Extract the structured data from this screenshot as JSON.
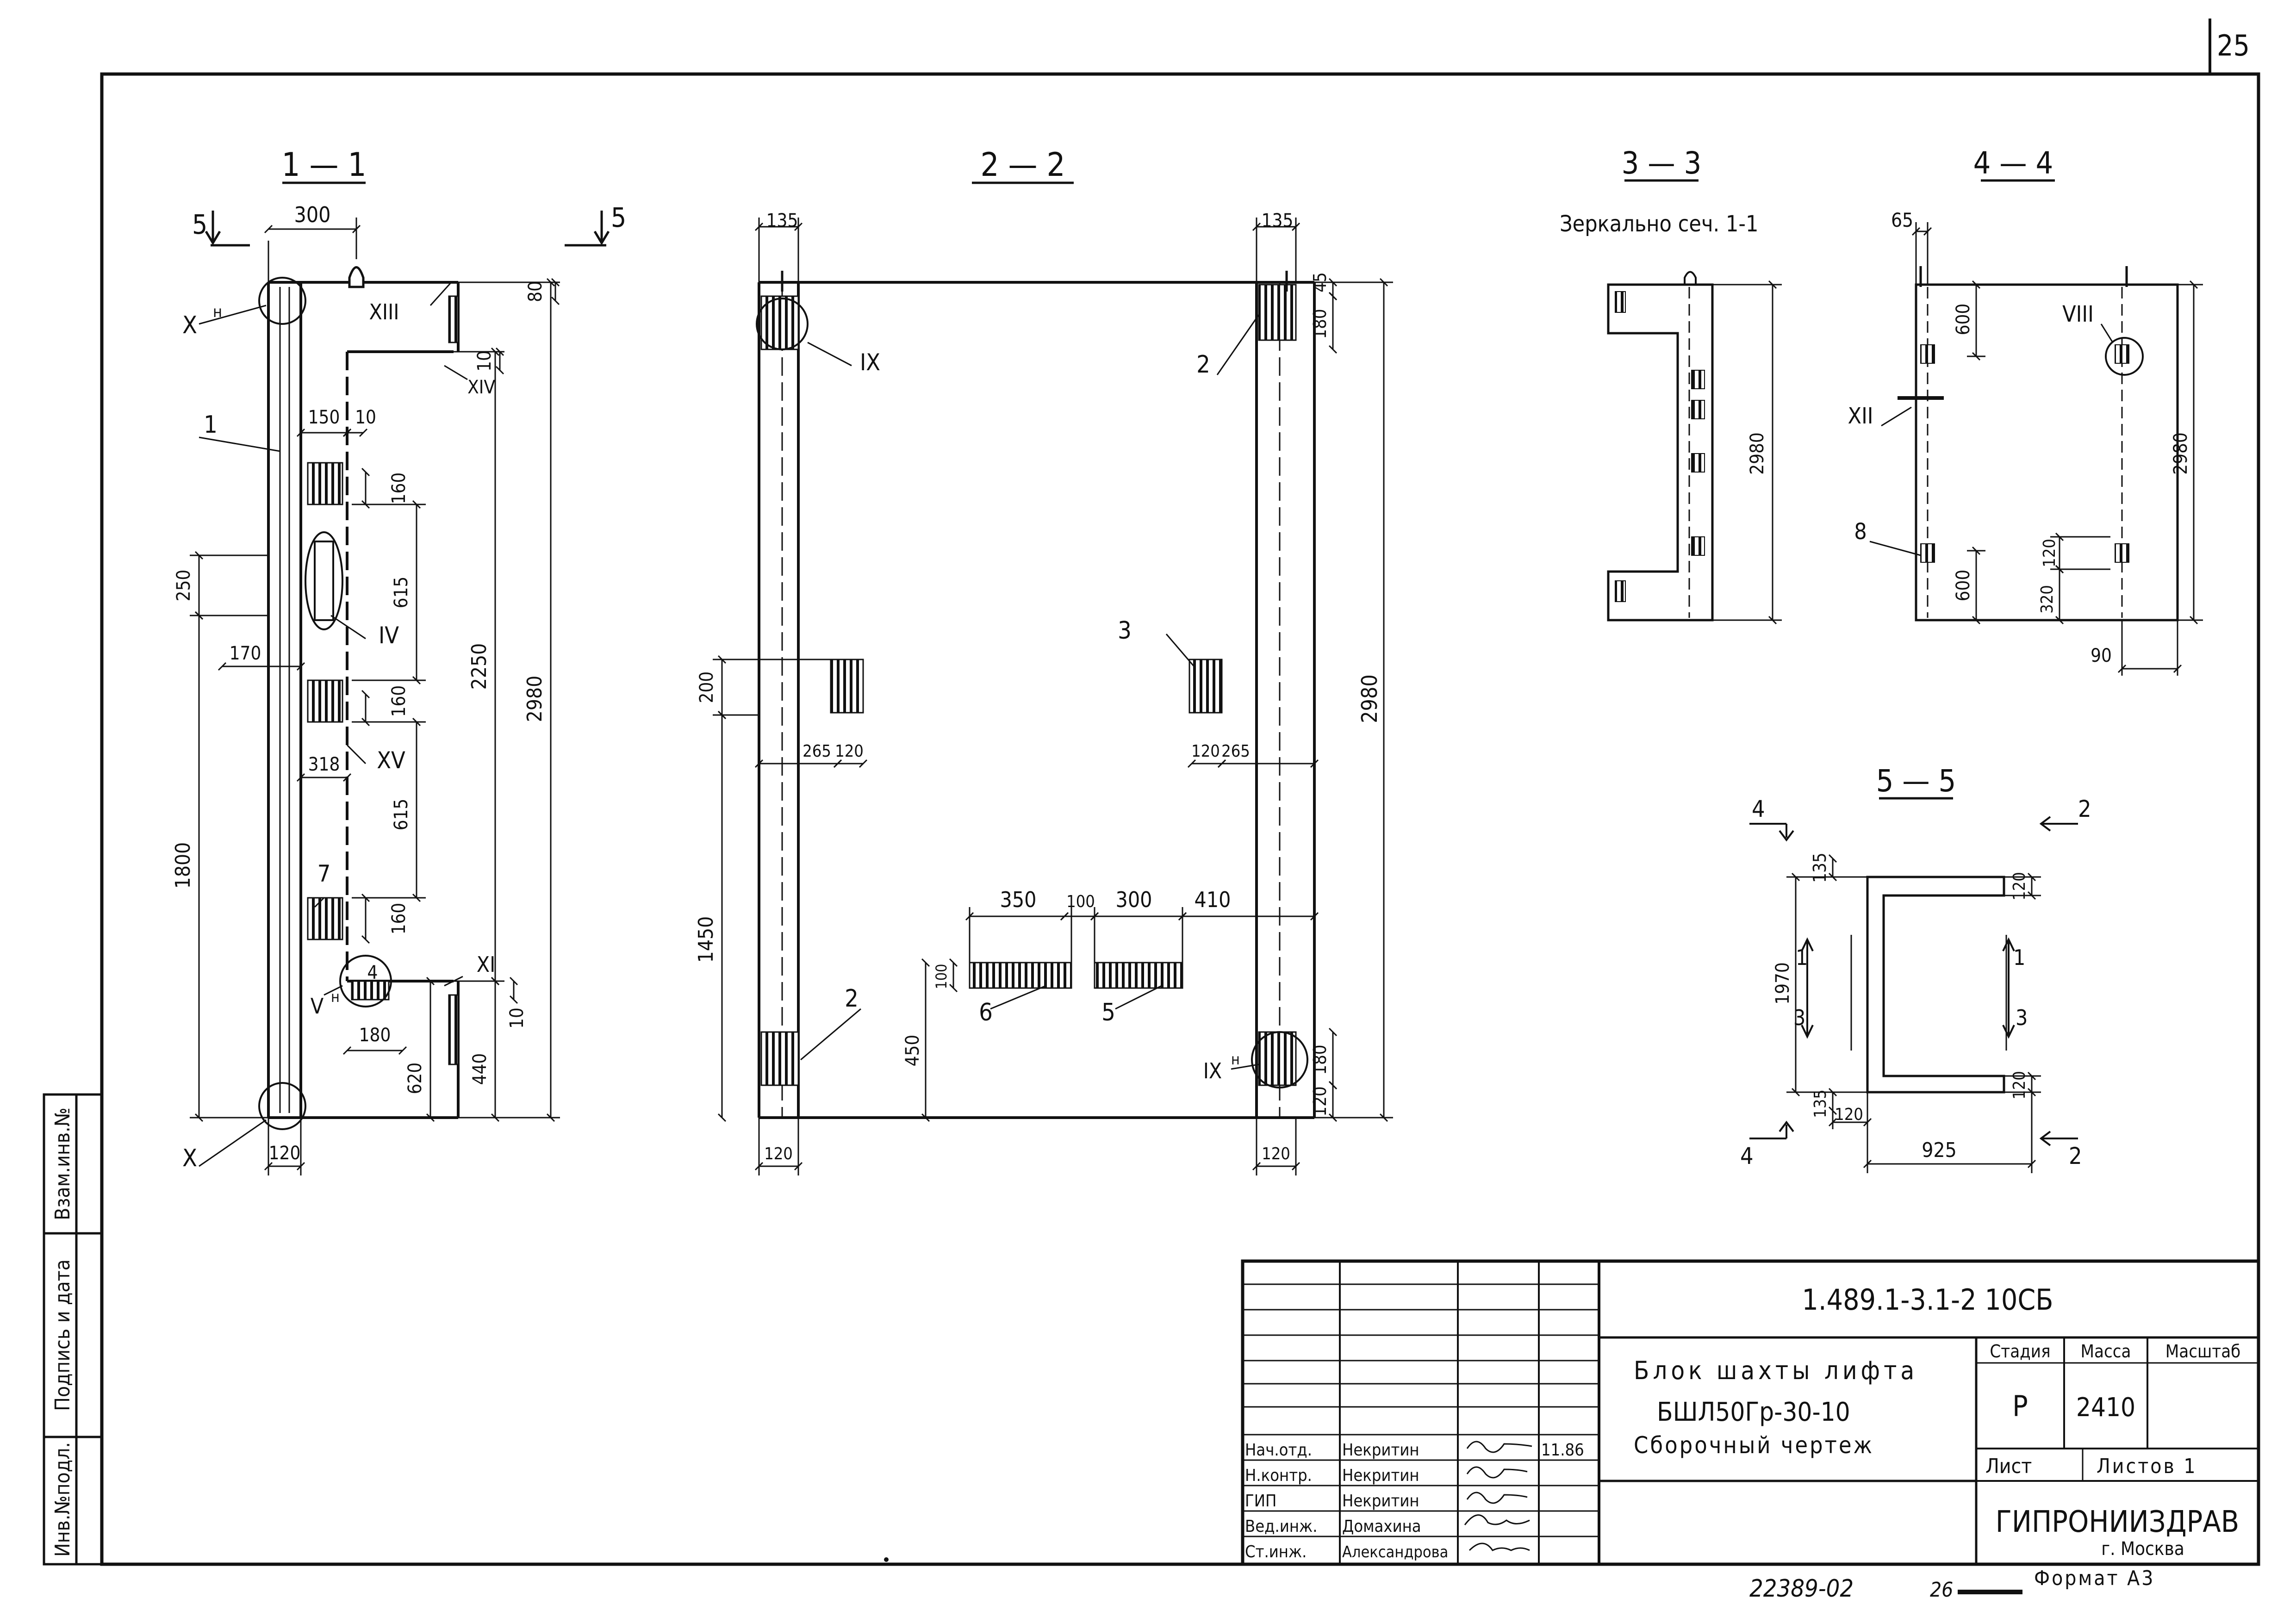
{
  "page_number": "25",
  "sections": {
    "s1": {
      "label": "1 — 1"
    },
    "s2": {
      "label": "2 — 2"
    },
    "s3": {
      "label": "3 — 3",
      "note": "Зеркально сеч. 1-1"
    },
    "s4": {
      "label": "4 — 4"
    },
    "s5": {
      "label": "5 — 5"
    }
  },
  "dims": {
    "s1": {
      "d300": "300",
      "d80": "80",
      "d10a": "10",
      "d150": "150",
      "d10b": "10",
      "d160a": "160",
      "d615a": "615",
      "d250": "250",
      "d170": "170",
      "d160b": "160",
      "d2250": "2250",
      "d2980": "2980",
      "d318": "318",
      "d615b": "615",
      "d1800": "1800",
      "d160c": "160",
      "d180": "180",
      "d620": "620",
      "d440": "440",
      "d10c": "10",
      "d120": "120"
    },
    "s2": {
      "d135a": "135",
      "d135b": "135",
      "d45": "45",
      "d180a": "180",
      "d2980": "2980",
      "d200": "200",
      "d265a": "265",
      "d120a": "120",
      "d120b": "120",
      "d265b": "265",
      "d1450": "1450",
      "d350": "350",
      "d100a": "100",
      "d300": "300",
      "d410": "410",
      "d100b": "100",
      "d450": "450",
      "d180b": "180",
      "d120c": "120",
      "d120d": "120",
      "d120e": "120"
    },
    "s3": {
      "d2980": "2980"
    },
    "s4": {
      "d65": "65",
      "d600a": "600",
      "d2980": "2980",
      "d120": "120",
      "d600b": "600",
      "d320": "320",
      "d90": "90"
    },
    "s5": {
      "d135a": "135",
      "d120a": "120",
      "d1970": "1970",
      "d135b": "135",
      "d120b": "120",
      "d120c": "120",
      "d925": "925"
    }
  },
  "markers": {
    "cut5_left": "5",
    "cut5_right": "5",
    "m4_top": "4",
    "m4_bot": "4",
    "m2_top": "2",
    "m2_bot": "2",
    "m1_l": "1",
    "m3_l": "3",
    "m1_r": "1",
    "m3_r": "3"
  },
  "callouts": {
    "xn": "X",
    "xn_sup": "н",
    "x": "X",
    "c1": "1",
    "c7": "7",
    "c4": "4",
    "iv": "IV",
    "xv": "XV",
    "xiii": "XIII",
    "xiv": "XIV",
    "xi": "XI",
    "vn": "V",
    "vn_sup": "н",
    "ix": "IX",
    "ixn": "IX",
    "ixn_sup": "н",
    "c2a": "2",
    "c2b": "2",
    "c3": "3",
    "c5": "5",
    "c6": "6",
    "viii": "VIII",
    "xii": "XII",
    "c8": "8"
  },
  "margin_stamp": {
    "inv_podl": "Инв.№подл.",
    "podpis": "Подпись и дата",
    "vzam": "Взам.инв.№"
  },
  "title_block": {
    "doc_code": "1.489.1-3.1-2 10СБ",
    "name_line1": "Блок шахты лифта",
    "name_line2": "БШЛ50Гр-30-10",
    "name_line3": "Сборочный чертеж",
    "col_stage": "Стадия",
    "col_mass": "Масса",
    "col_scale": "Масштаб",
    "stage": "Р",
    "mass": "2410",
    "sheet_label": "Лист",
    "sheets_label": "Листов 1",
    "org": "ГИПРОНИИЗДРАВ",
    "city": "г. Москва",
    "date": "11.86",
    "staff": [
      {
        "role": "Нач.отд.",
        "name": "Некритин"
      },
      {
        "role": "Н.контр.",
        "name": "Некритин"
      },
      {
        "role": "ГИП",
        "name": "Некритин"
      },
      {
        "role": "Вед.инж.",
        "name": "Домахина"
      },
      {
        "role": "Ст.инж.",
        "name": "Александрова"
      }
    ]
  },
  "footer": {
    "inv": "22389-02",
    "page": "26",
    "format": "Формат А3"
  }
}
